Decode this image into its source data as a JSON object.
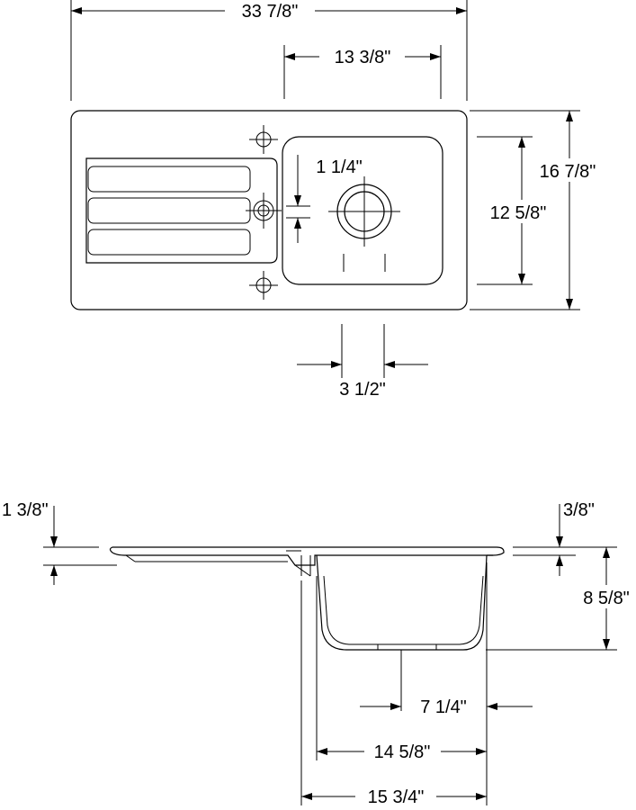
{
  "top_view": {
    "overall_width": "33 7/8\"",
    "bowl_width": "13 3/8\"",
    "overall_depth": "16 7/8\"",
    "bowl_depth": "12 5/8\"",
    "faucet_offset": "1 1/4\"",
    "drain_spacing": "3 1/2\""
  },
  "side_view": {
    "rim_height": "1 3/8\"",
    "deck_thickness": "3/8\"",
    "bowl_depth": "8 5/8\"",
    "drain_offset": "7 1/4\"",
    "bowl_inner_width": "14 5/8\"",
    "bowl_outer_width": "15 3/4\""
  }
}
